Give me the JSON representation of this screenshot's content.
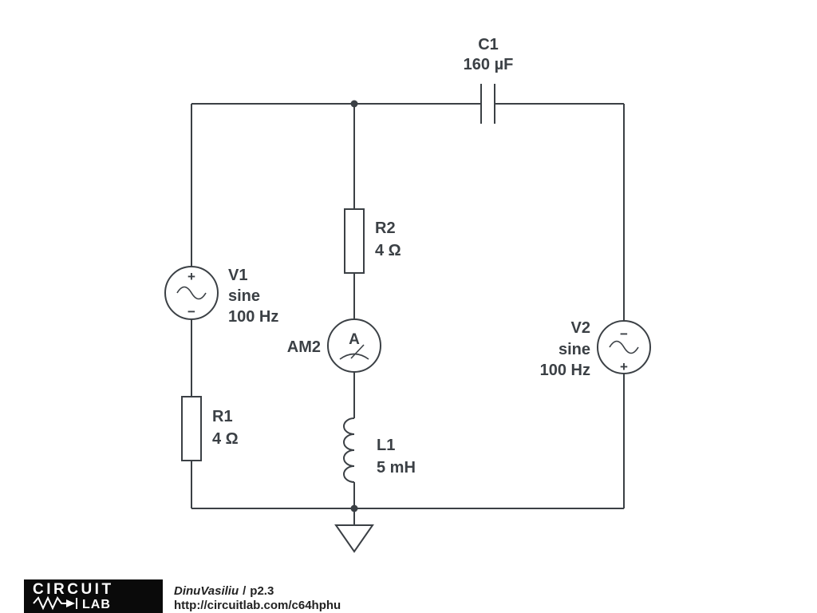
{
  "schematic": {
    "c1": {
      "name": "C1",
      "value": "160 µF"
    },
    "v1": {
      "name": "V1",
      "waveform": "sine",
      "frequency": "100 Hz",
      "plus": "+",
      "minus": "−"
    },
    "r1": {
      "name": "R1",
      "value": "4 Ω"
    },
    "r2": {
      "name": "R2",
      "value": "4 Ω"
    },
    "am2": {
      "name": "AM2",
      "letter": "A"
    },
    "l1": {
      "name": "L1",
      "value": "5 mH"
    },
    "v2": {
      "name": "V2",
      "waveform": "sine",
      "frequency": "100 Hz",
      "plus": "+",
      "minus": "−"
    }
  },
  "footer": {
    "logo_line1": "CIRCUIT",
    "logo_line2": "LAB",
    "author": "DinuVasiliu",
    "separator": "/",
    "circuit_title": "p2.3",
    "url": "http://circuitlab.com/c64hphu"
  },
  "colors": {
    "wire": "#3b4045",
    "label": "#3b4045",
    "logo_background": "#0a0a0a",
    "footer_text": "#222222"
  }
}
